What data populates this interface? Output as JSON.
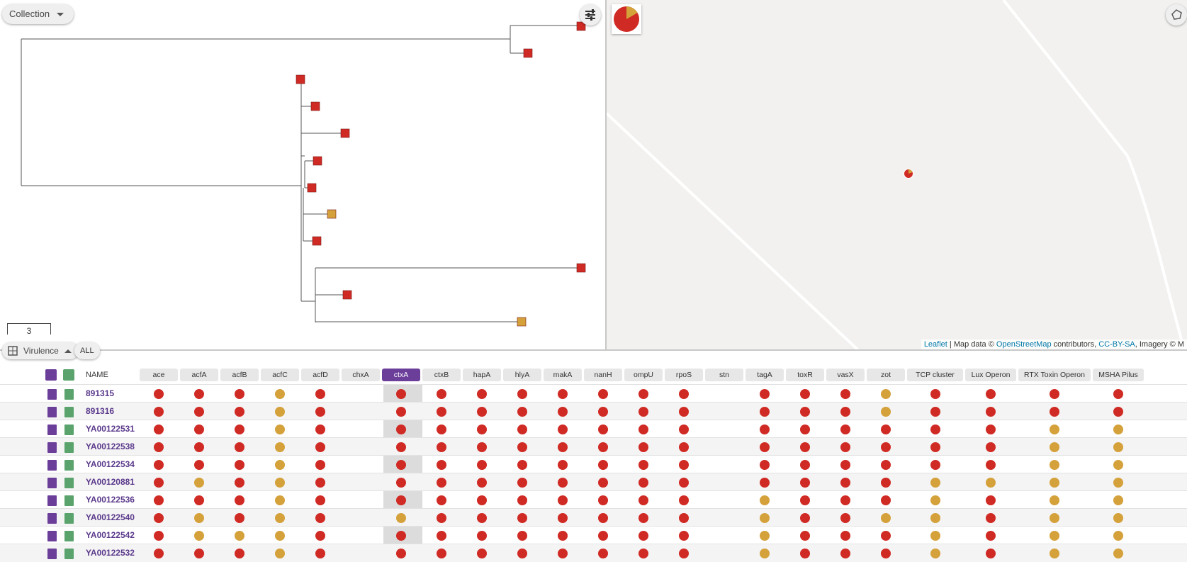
{
  "tree": {
    "collection_label": "Collection",
    "scale_label": "3",
    "colors": {
      "red": "#d02a24",
      "yellow": "#d4a13a",
      "branch": "#555555"
    }
  },
  "map": {
    "attribution_leaflet": "Leaflet",
    "attribution_sep1": " | Map data © ",
    "attribution_osm": "OpenStreetMap",
    "attribution_mid": " contributors, ",
    "attribution_cc": "CC-BY-SA",
    "attribution_end": ", Imagery © M"
  },
  "table": {
    "virulence_label": "Virulence",
    "all_label": "ALL",
    "name_header": "NAME",
    "columns": [
      "ace",
      "acfA",
      "acfB",
      "acfC",
      "acfD",
      "chxA",
      "ctxA",
      "ctxB",
      "hapA",
      "hlyA",
      "makA",
      "nanH",
      "ompU",
      "rpoS",
      "stn",
      "tagA",
      "toxR",
      "vasX",
      "zot",
      "TCP cluster",
      "Lux Operon",
      "RTX Toxin Operon",
      "MSHA Pilus"
    ],
    "active_column": "ctxA",
    "legend": {
      "r": "#d02a24",
      "y": "#d4a13a"
    },
    "rows": [
      {
        "name": "891315",
        "cells": "rrryr_rrrrrrrr_rrryrrrr"
      },
      {
        "name": "891316",
        "cells": "rrryr_rrrrrrrr_rrryrrrr"
      },
      {
        "name": "YA00122531",
        "cells": "rrryr_rrrrrrrr_rrrrrryy"
      },
      {
        "name": "YA00122538",
        "cells": "rrryr_rrrrrrrr_rrrrrryy"
      },
      {
        "name": "YA00122534",
        "cells": "rrryr_rrrrrrrr_rrrrrryy"
      },
      {
        "name": "YA00120881",
        "cells": "ryryr_rrrrrrrr_rrrryyyy"
      },
      {
        "name": "YA00122536",
        "cells": "rrryr_rrrrrrrr_yrrryryy"
      },
      {
        "name": "YA00122540",
        "cells": "ryryr_yrrrrrrr_yrryyryy"
      },
      {
        "name": "YA00122542",
        "cells": "ryyyr_rrrrrrrr_yrrryryy"
      },
      {
        "name": "YA00122532",
        "cells": "rrryr_rrrrrrrr_yrrryryy"
      }
    ]
  }
}
